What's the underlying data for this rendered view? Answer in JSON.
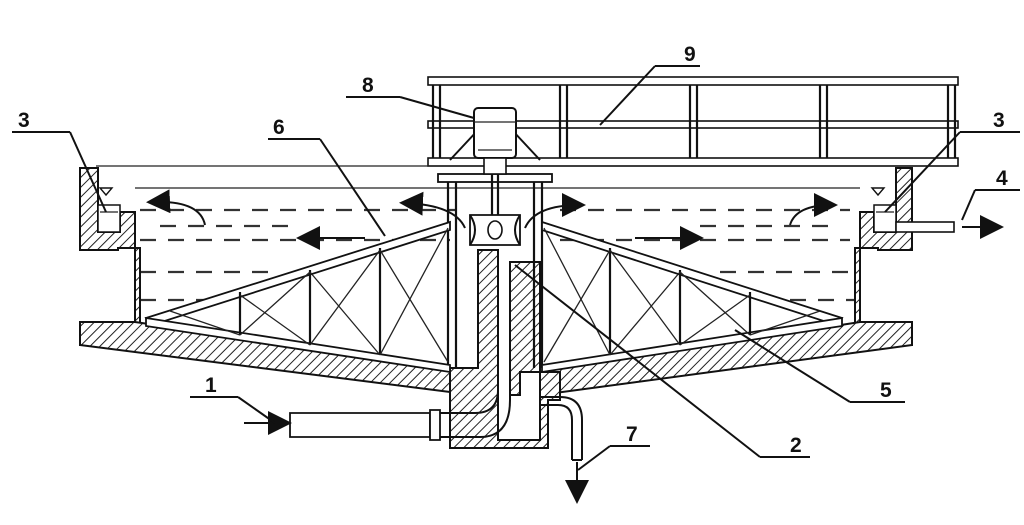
{
  "labels": {
    "l1": "1",
    "l2": "2",
    "l3_left": "3",
    "l3_right": "3",
    "l4": "4",
    "l5": "5",
    "l6": "6",
    "l7": "7",
    "l8": "8",
    "l9": "9"
  }
}
